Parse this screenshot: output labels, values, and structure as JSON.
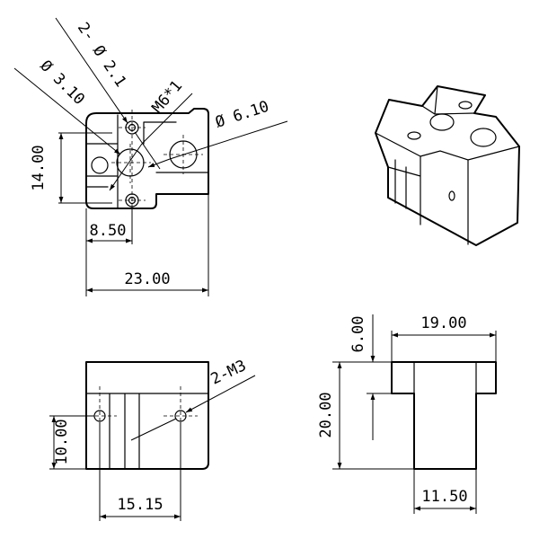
{
  "dimensions": {
    "height_14": "14.00",
    "width_8_50": "8.50",
    "width_23": "23.00",
    "holes_2_phi_2_1": "2- Ø 2.1",
    "hole_phi_3_10": "Ø 3.10",
    "thread_m6": "M6*1",
    "hole_phi_6_10": "Ø 6.10",
    "thread_2_m3": "2-M3",
    "height_10": "10.00",
    "width_15_15": "15.15",
    "height_6": "6.00",
    "width_19": "19.00",
    "height_20": "20.00",
    "width_11_50": "11.50"
  }
}
